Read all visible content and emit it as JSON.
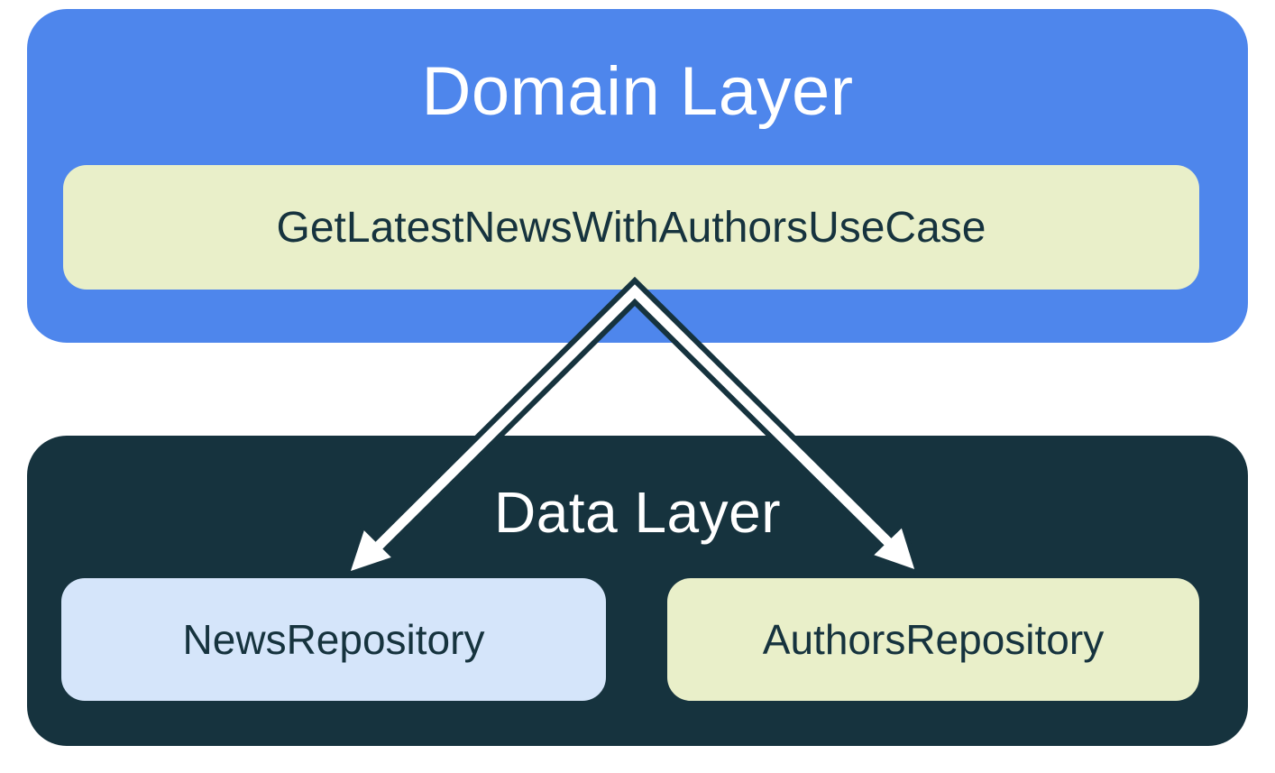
{
  "diagram": {
    "domain_layer": {
      "title": "Domain Layer",
      "usecase": {
        "label": "GetLatestNewsWithAuthorsUseCase"
      }
    },
    "data_layer": {
      "title": "Data Layer",
      "repositories": [
        {
          "label": "NewsRepository"
        },
        {
          "label": "AuthorsRepository"
        }
      ]
    },
    "arrows": [
      {
        "from": "GetLatestNewsWithAuthorsUseCase",
        "to": "NewsRepository"
      },
      {
        "from": "GetLatestNewsWithAuthorsUseCase",
        "to": "AuthorsRepository"
      }
    ],
    "colors": {
      "domain_layer_bg": "#4E86EC",
      "data_layer_bg": "#16333E",
      "usecase_bg": "#E9EFC9",
      "news_repository_bg": "#D5E5FA",
      "authors_repository_bg": "#E9EFC9",
      "layer_title_text": "#FFFFFF",
      "node_text": "#16333E",
      "arrow_fill": "#FFFFFF",
      "arrow_outline": "#16333E",
      "page_bg": "#FFFFFF"
    }
  }
}
